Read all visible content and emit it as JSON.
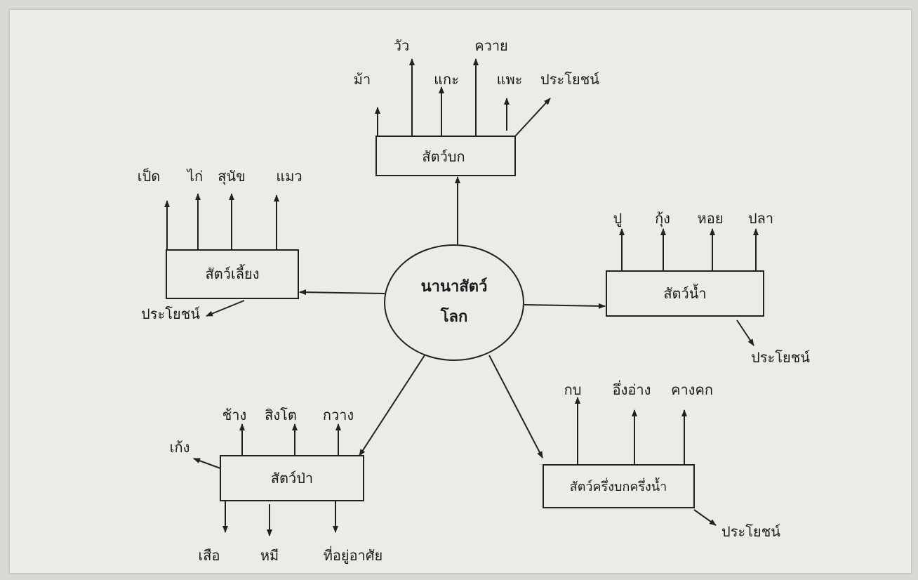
{
  "center": {
    "line1": "นานาสัตว์",
    "line2": "โลก"
  },
  "groups": {
    "land": {
      "title": "สัตว์บก",
      "items": [
        "ม้า",
        "วัว",
        "แกะ",
        "ควาย",
        "แพะ",
        "ประโยชน์"
      ]
    },
    "pets": {
      "title": "สัตว์เลี้ยง",
      "items": [
        "เป็ด",
        "ไก่",
        "สุนัข",
        "แมว",
        "ประโยชน์"
      ]
    },
    "water": {
      "title": "สัตว์น้ำ",
      "items": [
        "ปู",
        "กุ้ง",
        "หอย",
        "ปลา",
        "ประโยชน์"
      ]
    },
    "forest": {
      "title": "สัตว์ป่า",
      "items": [
        "ช้าง",
        "สิงโต",
        "กวาง",
        "เก้ง",
        "เสือ",
        "หมี",
        "ที่อยู่อาศัย"
      ]
    },
    "amphibian": {
      "title": "สัตว์ครึ่งบกครึ่งน้ำ",
      "items": [
        "กบ",
        "อึ่งอ่าง",
        "คางคก",
        "ประโยชน์"
      ]
    }
  }
}
